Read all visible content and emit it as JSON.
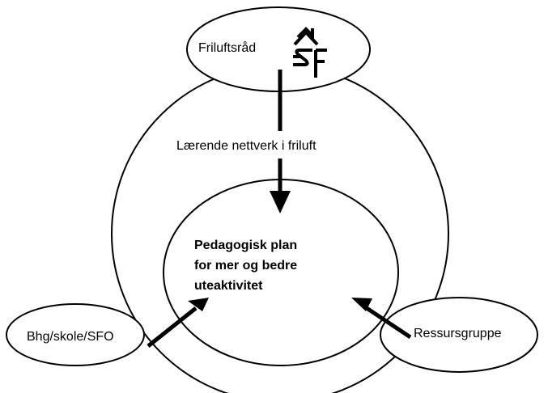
{
  "nodes": {
    "top": {
      "label": "Friluftsråd",
      "logo_icon": "friluftsrad-sf-logo-icon"
    },
    "outer_circle": {
      "label": "Lærende nettverk i friluft"
    },
    "inner_circle": {
      "lines": [
        "Pedagogisk plan",
        "for mer og bedre",
        "uteaktivitet"
      ]
    },
    "left": {
      "label": "Bhg/skole/SFO"
    },
    "right": {
      "label": "Ressursgruppe"
    }
  },
  "colors": {
    "stroke": "#000000",
    "background": "#ffffff"
  }
}
